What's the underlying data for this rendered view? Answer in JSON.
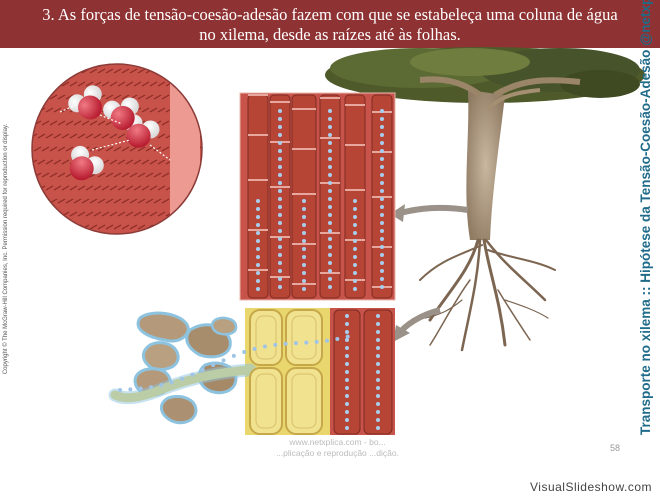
{
  "banner": {
    "line1": "3. As forças de tensão-coesão-adesão fazem com que se estabeleça uma coluna de água",
    "line2": "no xilema, desde as raízes até às folhas."
  },
  "copyright": "Copyright © The McGraw-Hill Companies, Inc. Permission required for reproduction or display.",
  "side_title": "Transporte no xilema :: Hipótese da Tensão-Coesão-Adesão @netxplica.com",
  "watermark": {
    "line1": "www.netxplica.com - bo...",
    "line2": "...plicação e reprodução ...dição."
  },
  "page_number": "58",
  "footer_brand": "VisualSlideshow.com",
  "colors": {
    "banner": "#8f3233",
    "side_title": "#1f6b8a",
    "xylem": "#b64536",
    "water_dot": "#9fc4e6"
  }
}
